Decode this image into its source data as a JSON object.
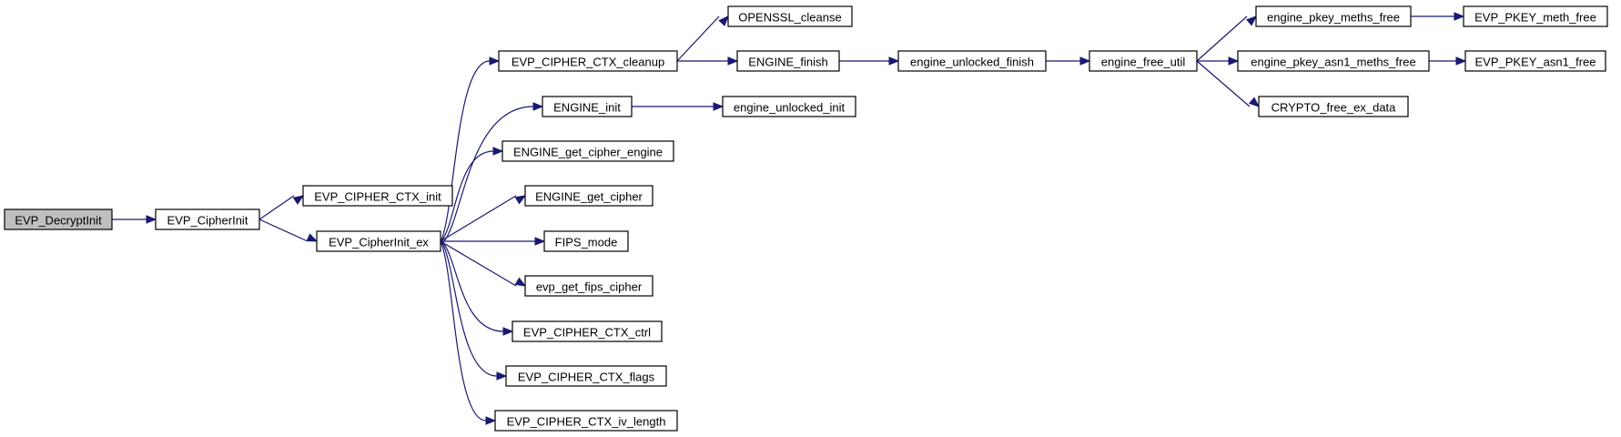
{
  "graph": {
    "root": "EVP_DecryptInit",
    "nodes": [
      {
        "id": "EVP_DecryptInit",
        "label": "EVP_DecryptInit"
      },
      {
        "id": "EVP_CipherInit",
        "label": "EVP_CipherInit"
      },
      {
        "id": "EVP_CIPHER_CTX_init",
        "label": "EVP_CIPHER_CTX_init"
      },
      {
        "id": "EVP_CipherInit_ex",
        "label": "EVP_CipherInit_ex"
      },
      {
        "id": "EVP_CIPHER_CTX_cleanup",
        "label": "EVP_CIPHER_CTX_cleanup"
      },
      {
        "id": "ENGINE_init",
        "label": "ENGINE_init"
      },
      {
        "id": "ENGINE_get_cipher_engine",
        "label": "ENGINE_get_cipher_engine"
      },
      {
        "id": "ENGINE_get_cipher",
        "label": "ENGINE_get_cipher"
      },
      {
        "id": "FIPS_mode",
        "label": "FIPS_mode"
      },
      {
        "id": "evp_get_fips_cipher",
        "label": "evp_get_fips_cipher"
      },
      {
        "id": "EVP_CIPHER_CTX_ctrl",
        "label": "EVP_CIPHER_CTX_ctrl"
      },
      {
        "id": "EVP_CIPHER_CTX_flags",
        "label": "EVP_CIPHER_CTX_flags"
      },
      {
        "id": "EVP_CIPHER_CTX_iv_length",
        "label": "EVP_CIPHER_CTX_iv_length"
      },
      {
        "id": "OPENSSL_cleanse",
        "label": "OPENSSL_cleanse"
      },
      {
        "id": "ENGINE_finish",
        "label": "ENGINE_finish"
      },
      {
        "id": "engine_unlocked_init",
        "label": "engine_unlocked_init"
      },
      {
        "id": "engine_unlocked_finish",
        "label": "engine_unlocked_finish"
      },
      {
        "id": "engine_free_util",
        "label": "engine_free_util"
      },
      {
        "id": "engine_pkey_meths_free",
        "label": "engine_pkey_meths_free"
      },
      {
        "id": "engine_pkey_asn1_meths_free",
        "label": "engine_pkey_asn1_meths_free"
      },
      {
        "id": "CRYPTO_free_ex_data",
        "label": "CRYPTO_free_ex_data"
      },
      {
        "id": "EVP_PKEY_meth_free",
        "label": "EVP_PKEY_meth_free"
      },
      {
        "id": "EVP_PKEY_asn1_free",
        "label": "EVP_PKEY_asn1_free"
      }
    ],
    "edges": [
      [
        "EVP_DecryptInit",
        "EVP_CipherInit"
      ],
      [
        "EVP_CipherInit",
        "EVP_CIPHER_CTX_init"
      ],
      [
        "EVP_CipherInit",
        "EVP_CipherInit_ex"
      ],
      [
        "EVP_CipherInit_ex",
        "EVP_CIPHER_CTX_cleanup"
      ],
      [
        "EVP_CipherInit_ex",
        "ENGINE_init"
      ],
      [
        "EVP_CipherInit_ex",
        "ENGINE_get_cipher_engine"
      ],
      [
        "EVP_CipherInit_ex",
        "ENGINE_get_cipher"
      ],
      [
        "EVP_CipherInit_ex",
        "FIPS_mode"
      ],
      [
        "EVP_CipherInit_ex",
        "evp_get_fips_cipher"
      ],
      [
        "EVP_CipherInit_ex",
        "EVP_CIPHER_CTX_ctrl"
      ],
      [
        "EVP_CipherInit_ex",
        "EVP_CIPHER_CTX_flags"
      ],
      [
        "EVP_CipherInit_ex",
        "EVP_CIPHER_CTX_iv_length"
      ],
      [
        "EVP_CIPHER_CTX_cleanup",
        "OPENSSL_cleanse"
      ],
      [
        "EVP_CIPHER_CTX_cleanup",
        "ENGINE_finish"
      ],
      [
        "ENGINE_init",
        "engine_unlocked_init"
      ],
      [
        "ENGINE_finish",
        "engine_unlocked_finish"
      ],
      [
        "engine_unlocked_finish",
        "engine_free_util"
      ],
      [
        "engine_free_util",
        "engine_pkey_meths_free"
      ],
      [
        "engine_free_util",
        "engine_pkey_asn1_meths_free"
      ],
      [
        "engine_free_util",
        "CRYPTO_free_ex_data"
      ],
      [
        "engine_pkey_meths_free",
        "EVP_PKEY_meth_free"
      ],
      [
        "engine_pkey_asn1_meths_free",
        "EVP_PKEY_asn1_free"
      ]
    ]
  },
  "colors": {
    "edge": "#191970",
    "node_border": "#000000",
    "node_fill": "#ffffff",
    "root_fill": "#bfbfbf"
  }
}
